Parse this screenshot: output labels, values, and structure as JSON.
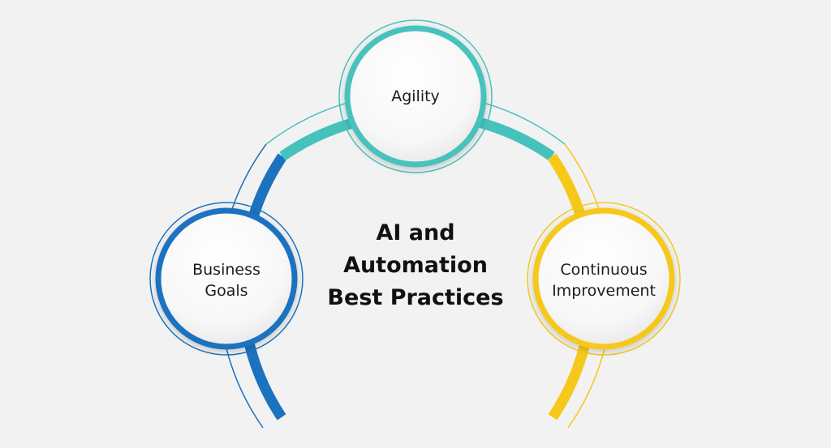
{
  "title": {
    "lines": [
      "AI and",
      "Automation",
      "Best Practices"
    ],
    "color": "#111111"
  },
  "nodes": [
    {
      "key": "business",
      "lines": [
        "Business",
        "Goals"
      ],
      "color": "#1b72be"
    },
    {
      "key": "agility",
      "lines": [
        "Agility"
      ],
      "color": "#46c2bd"
    },
    {
      "key": "continuous",
      "lines": [
        "Continuous",
        "Improvement"
      ],
      "color": "#f6c81a"
    }
  ],
  "colors": {
    "background": "#f2f2f2",
    "blue": "#1b72be",
    "teal": "#46c2bd",
    "yellow": "#f6c81a",
    "text": "#1c1c1c"
  }
}
